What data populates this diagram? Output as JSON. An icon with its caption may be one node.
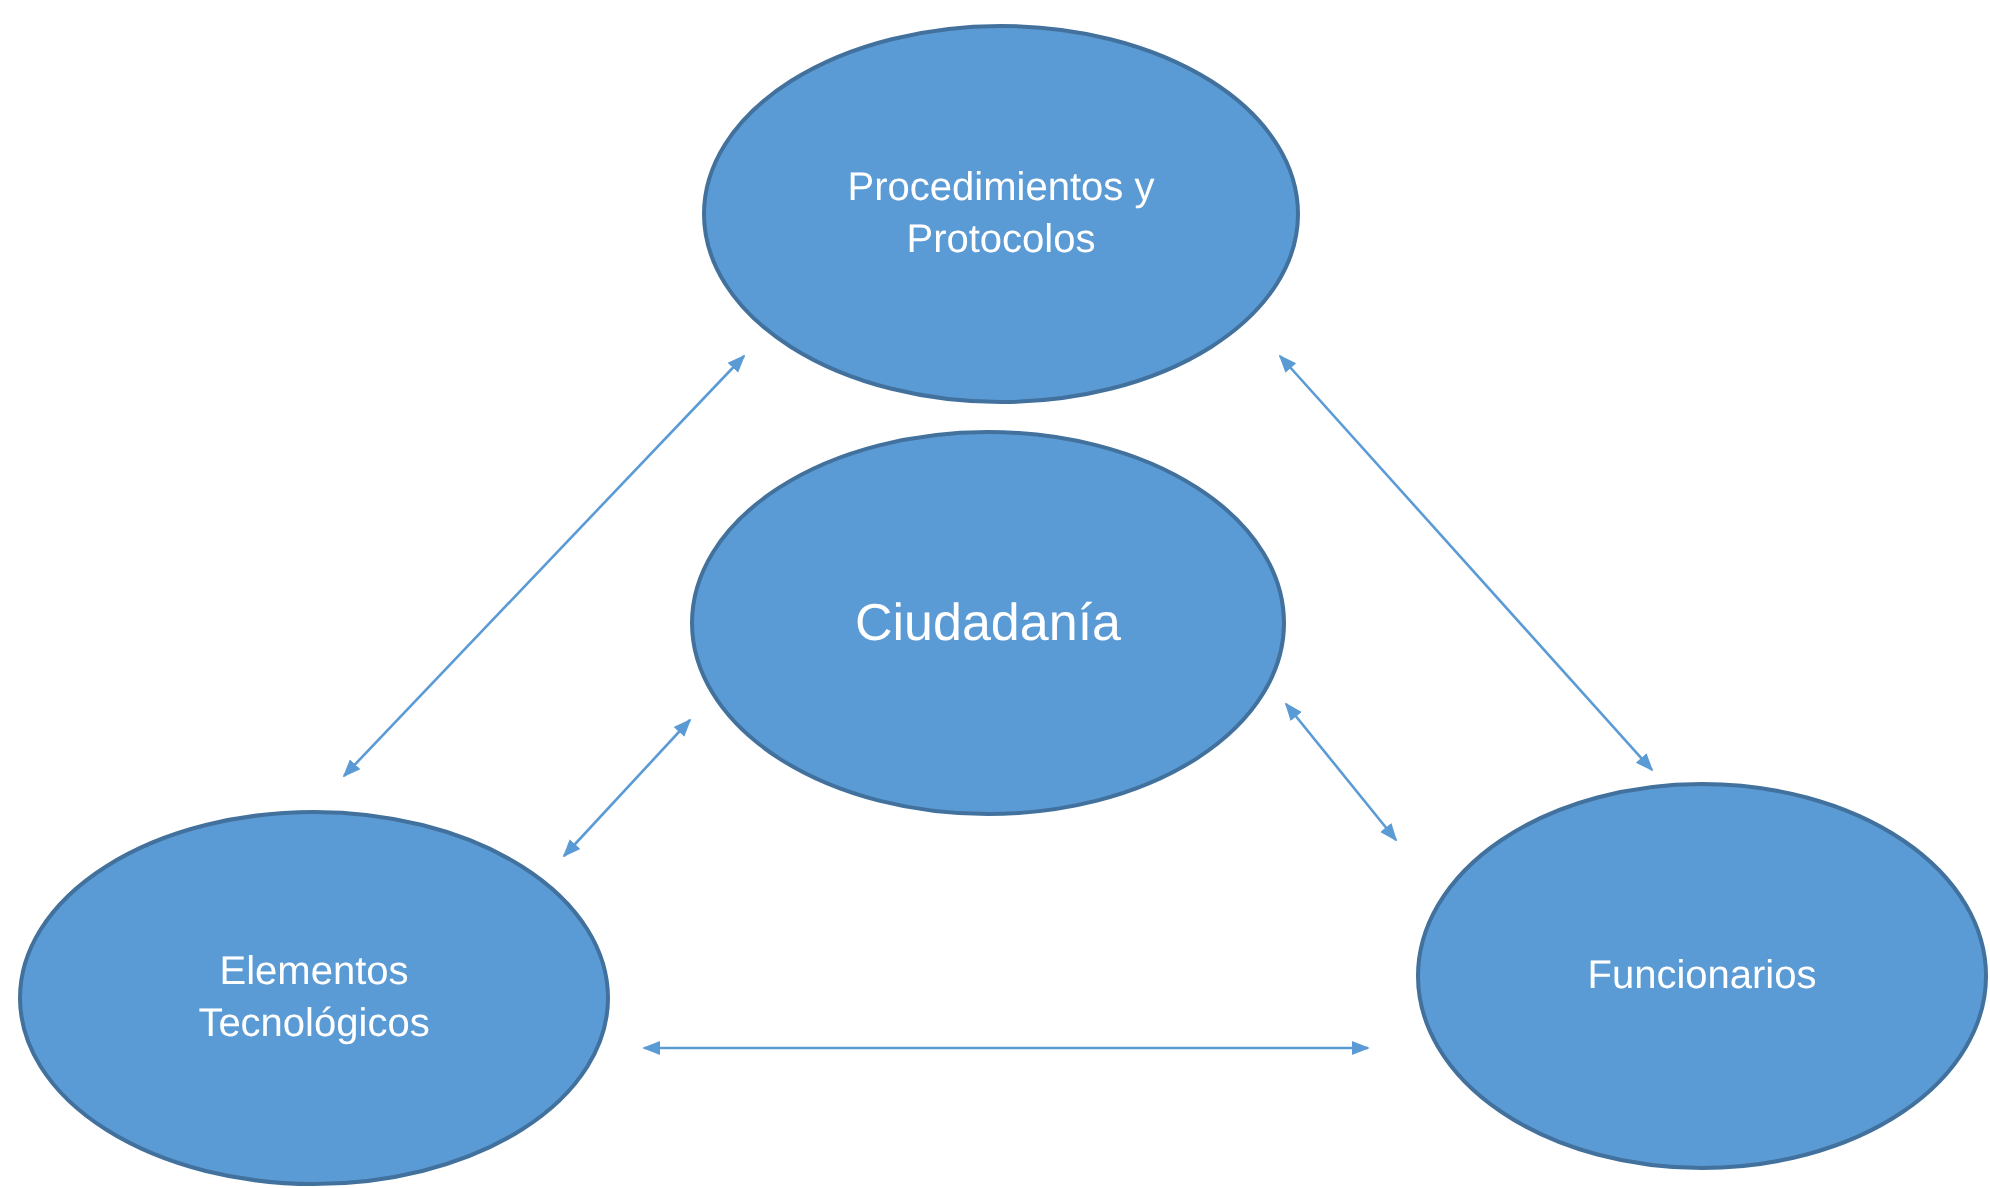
{
  "diagram": {
    "nodes": [
      {
        "text": [
          "Procedimientos y Protocolos"
        ]
      },
      {
        "text": [
          "Ciudadanía"
        ]
      },
      {
        "text": [
          "Elementos Tecnológicos"
        ]
      },
      {
        "text": [
          "Funcionarios"
        ]
      }
    ],
    "edges": [
      {
        "from": 0,
        "to": 2,
        "arrow": "both"
      },
      {
        "from": 0,
        "to": 3,
        "arrow": "both"
      },
      {
        "from": 1,
        "to": 2,
        "arrow": "both"
      },
      {
        "from": 1,
        "to": 3,
        "arrow": "both"
      },
      {
        "from": 2,
        "to": 3,
        "arrow": "both"
      }
    ]
  }
}
